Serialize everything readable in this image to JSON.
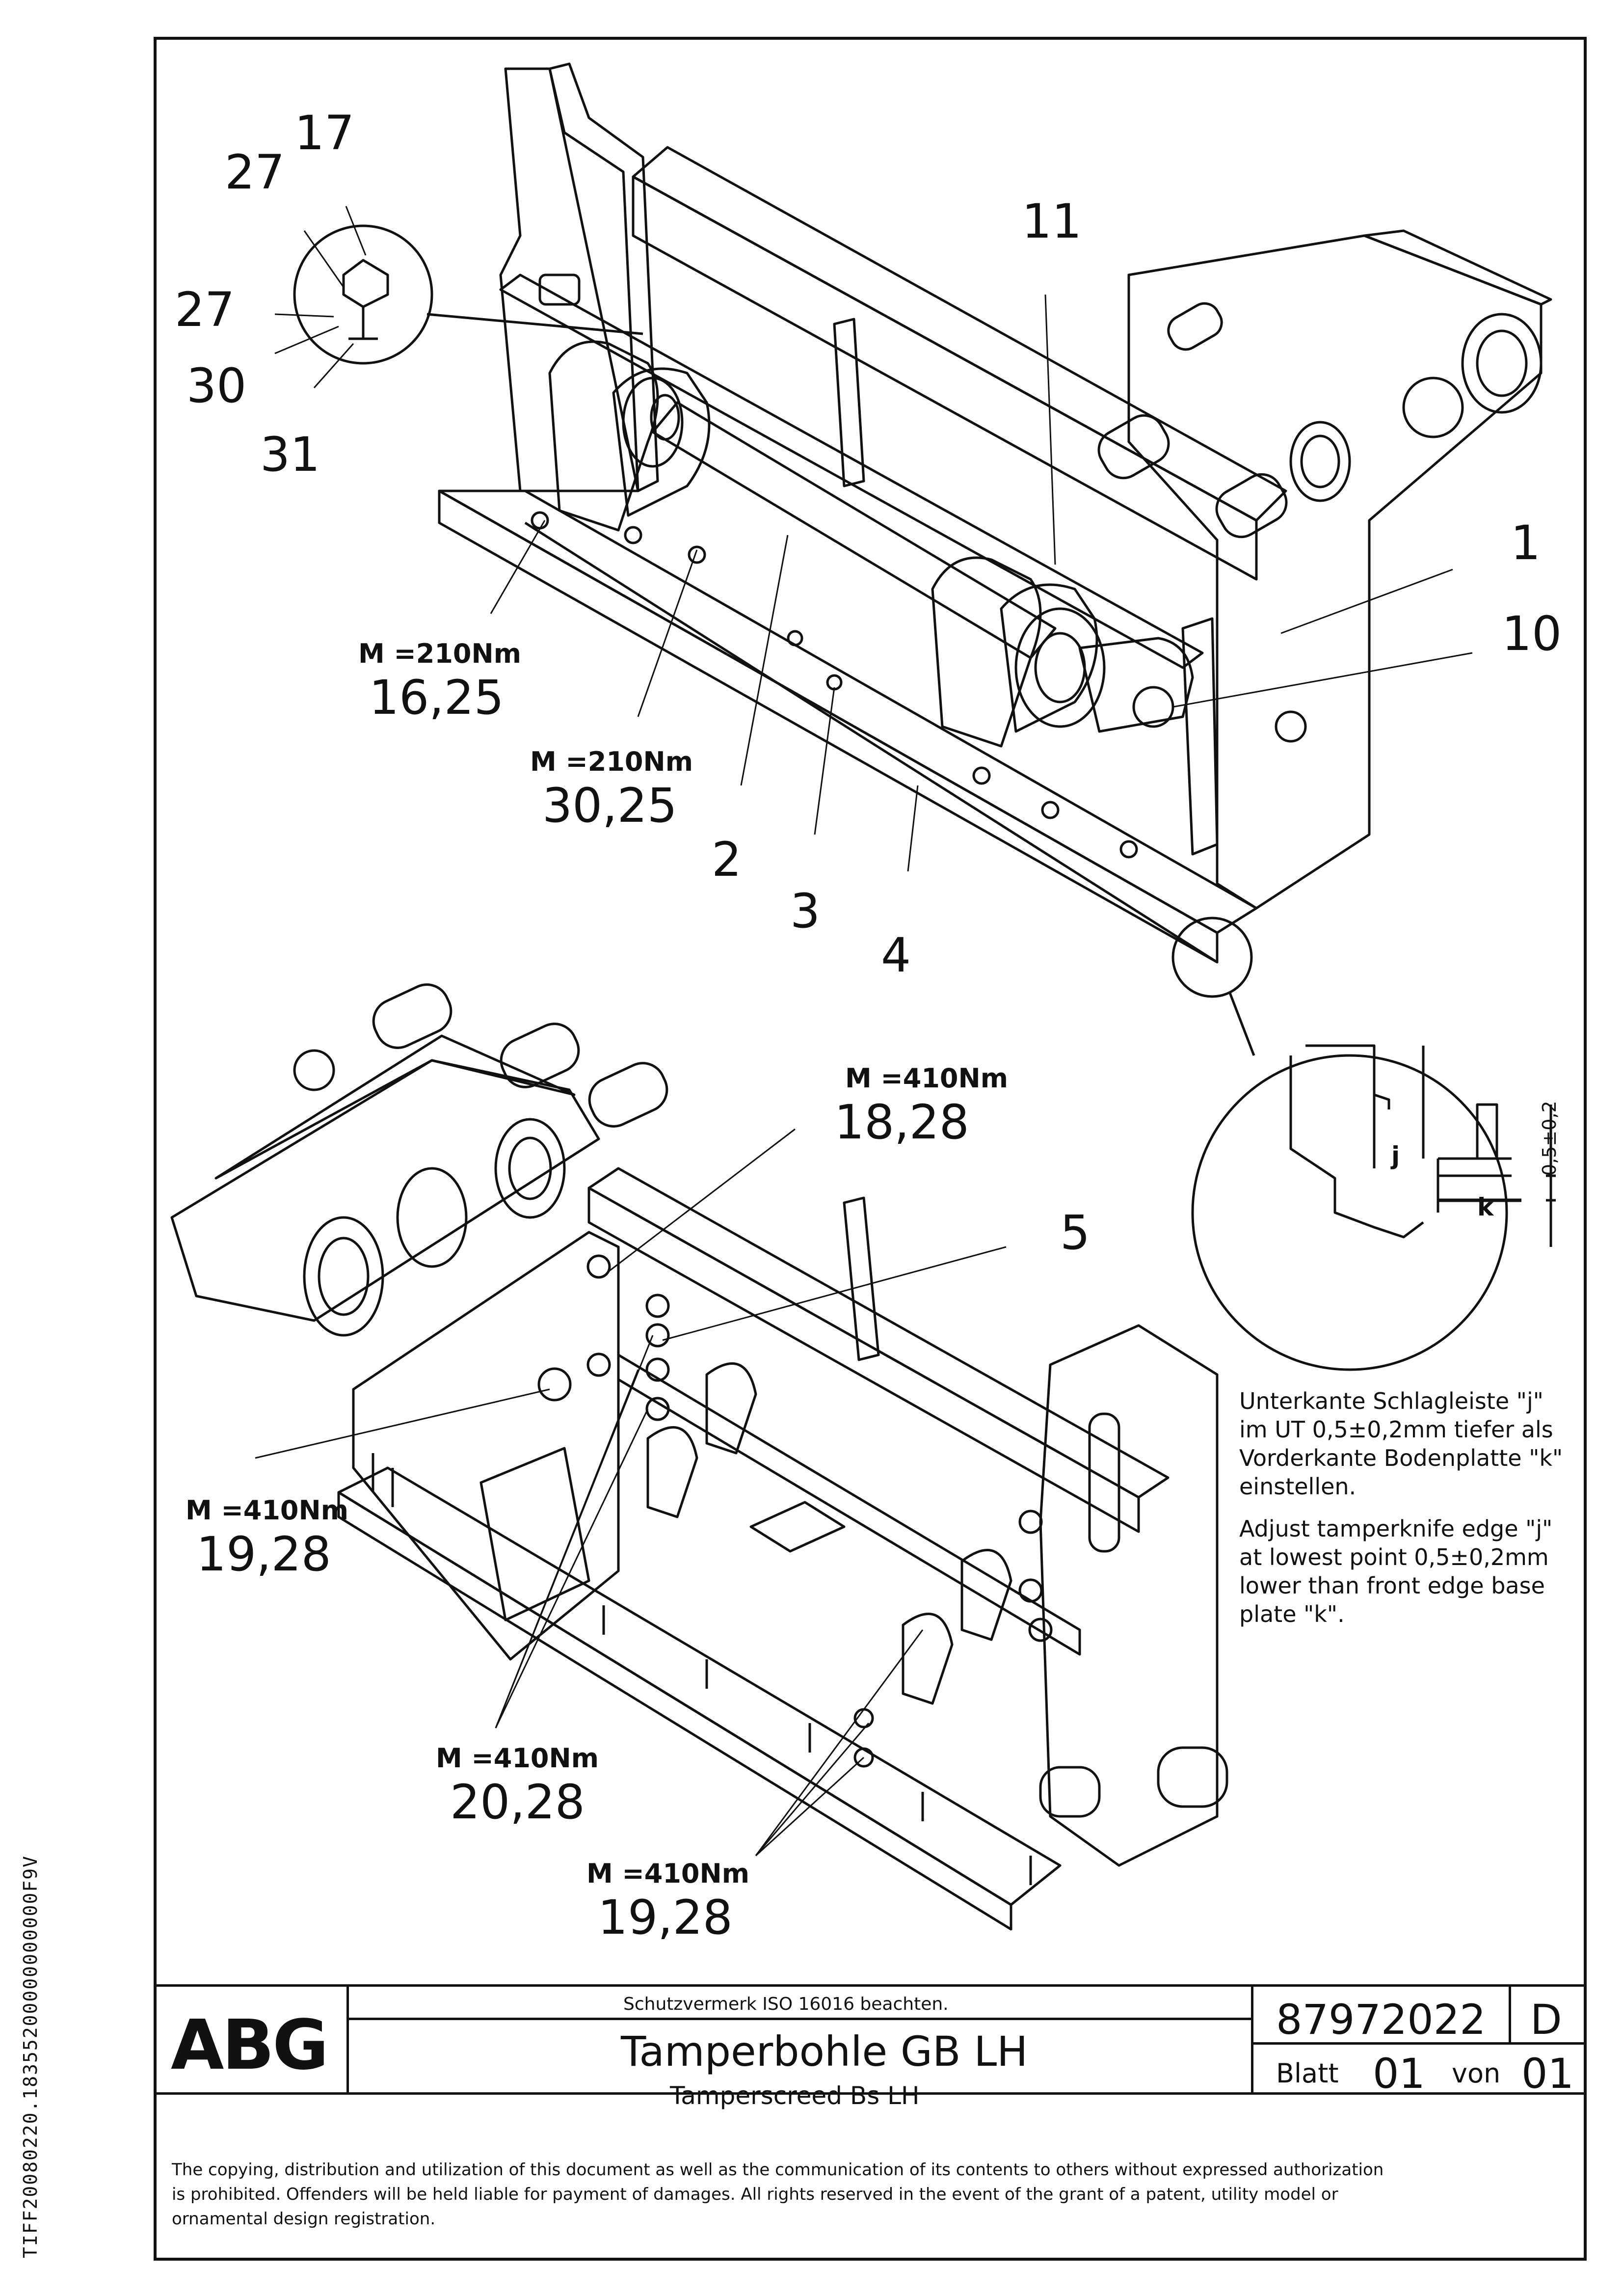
{
  "side_id": "TIFF20080220.18355200000000000F9V",
  "callouts": {
    "c17": "17",
    "c27a": "27",
    "c27b": "27",
    "c30": "30",
    "c31": "31",
    "c11": "11",
    "c1": "1",
    "c10": "10",
    "c2": "2",
    "c3": "3",
    "c4": "4",
    "c5": "5",
    "t1_torque": "M =210Nm",
    "t1_parts": "16,25",
    "t2_torque": "M =210Nm",
    "t2_parts": "30,25",
    "t3_torque": "M =410Nm",
    "t3_parts": "18,28",
    "t4_torque": "M =410Nm",
    "t4_parts": "19,28",
    "t5_torque": "M =410Nm",
    "t5_parts": "20,28",
    "t6_torque": "M =410Nm",
    "t6_parts": "19,28"
  },
  "detail": {
    "label_j": "j",
    "label_k": "k",
    "dimension": "0,5±0,2"
  },
  "note": {
    "de": "Unterkante Schlagleiste \"j\"\nim UT 0,5±0,2mm tiefer als\nVorderkante Bodenplatte \"k\"\neinstellen.",
    "en": "Adjust tamperknife edge \"j\"\nat lowest point 0,5±0,2mm\nlower than front edge base\nplate \"k\"."
  },
  "title_block": {
    "logo": "ABG",
    "protection": "Schutzvermerk ISO 16016 beachten.",
    "title_de": "Tamperbohle GB LH",
    "title_en": "Tamperscreed Bs LH",
    "drawing_no": "87972022",
    "revision": "D",
    "sheet_label": "Blatt",
    "sheet": "01",
    "of_label": "von",
    "sheets_total": "01"
  },
  "copyright": "The copying, distribution and utilization of this document as well as the communication of its contents to others without expressed authorization\nis prohibited. Offenders will be held liable for payment of damages. All rights reserved in the event of the grant of a patent, utility model or\nornamental design registration."
}
